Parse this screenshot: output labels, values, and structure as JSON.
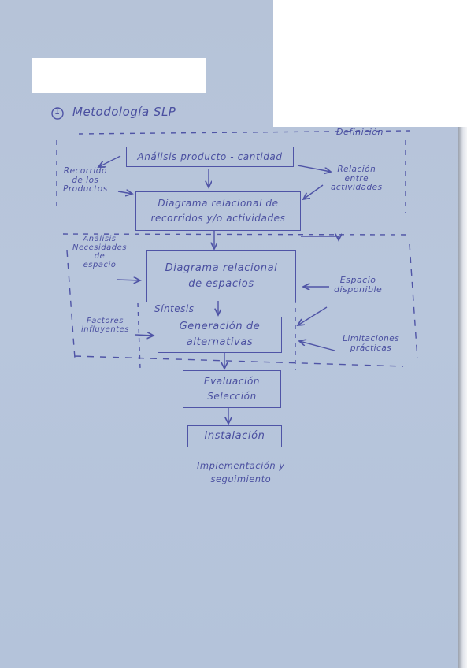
{
  "header": {
    "title": "Metodología SLP",
    "number": "1",
    "section_label": "Definición"
  },
  "boxes": {
    "b1": "Análisis producto - cantidad",
    "b2": "Diagrama relacional de\nrecorridos y/o actividades",
    "b3": "Diagrama relacional\nde espacios",
    "b4": "Generación de\nalternativas",
    "b5": "Evaluación\nSelección",
    "b6": "Instalación"
  },
  "side_notes": {
    "recorrido": "Recorrido\nde los\nProductos",
    "relacion": "Relación\nentre\nactividades",
    "analisis": "Análisis\nNecesidades\nde\nespacio",
    "espacio_disponible": "Espacio\ndisponible",
    "factores": "Factores\ninfluyentes",
    "limitaciones": "Limitaciones\nprácticas",
    "sintesis": "Síntesis",
    "implementacion": "Implementación y\nseguimiento"
  },
  "colors": {
    "paper": "#b6c3d8",
    "ink": "#4a4fa0",
    "mask": "#ffffff"
  }
}
